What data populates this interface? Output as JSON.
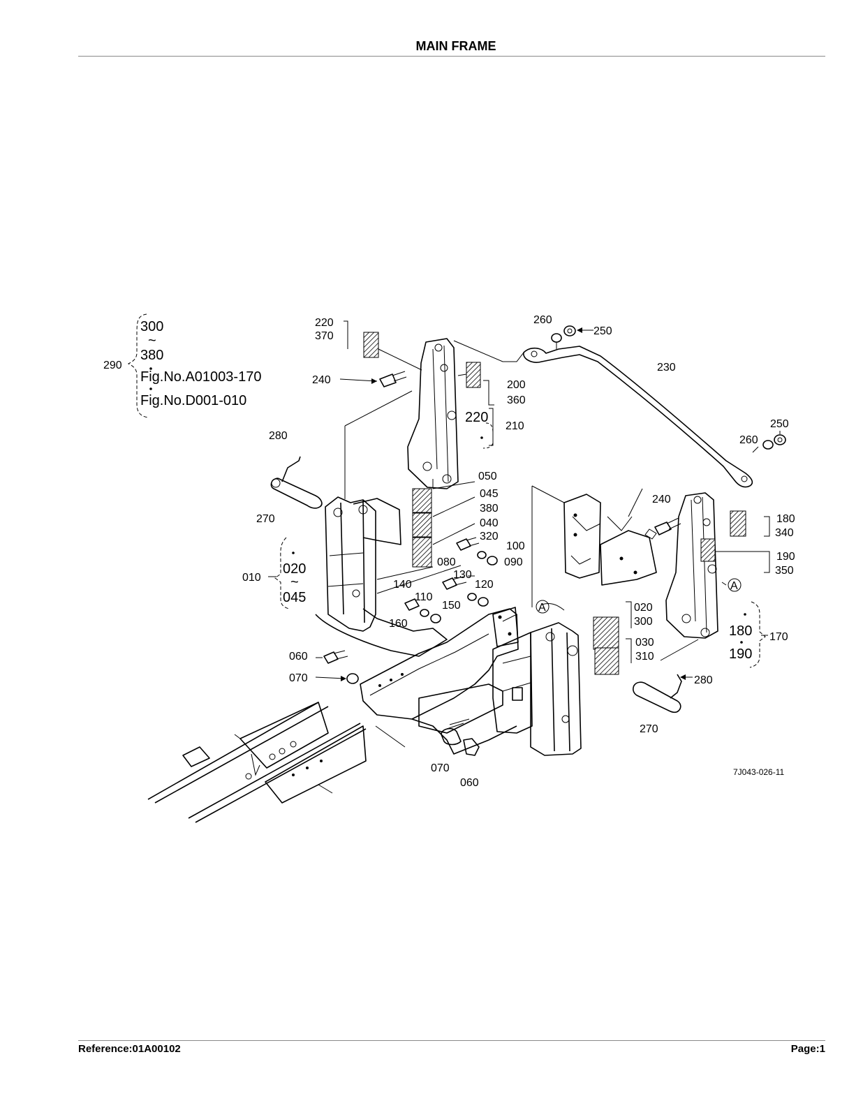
{
  "header": {
    "title": "MAIN FRAME"
  },
  "footer": {
    "reference": "Reference:01A00102",
    "page": "Page:1"
  },
  "diagram": {
    "drawing_code": "7J043-026-11",
    "group_290": {
      "ref": "290",
      "range_from": "300",
      "tilde": "~",
      "range_to": "380",
      "fig_ref_1": "Fig.No.A01003-170",
      "fig_ref_2": "Fig.No.D001-010"
    },
    "group_010": {
      "ref": "010",
      "from": "020",
      "tilde": "~",
      "to": "045"
    },
    "group_170": {
      "ref": "170",
      "from": "180",
      "to": "190"
    },
    "group_210": {
      "ref": "210",
      "inner": "220"
    },
    "callout_a": "A",
    "labels": {
      "l220a": "220",
      "l370": "370",
      "l240a": "240",
      "l200": "200",
      "l360": "360",
      "l260a": "260",
      "l250a": "250",
      "l230": "230",
      "l250b": "250",
      "l260b": "260",
      "l280a": "280",
      "l270a": "270",
      "l050": "050",
      "l045": "045",
      "l380": "380",
      "l040": "040",
      "l320": "320",
      "l100": "100",
      "l080": "080",
      "l090": "090",
      "l130": "130",
      "l140": "140",
      "l110": "110",
      "l120": "120",
      "l150": "150",
      "l160": "160",
      "l240b": "240",
      "l180": "180",
      "l340": "340",
      "l190": "190",
      "l350": "350",
      "l020": "020",
      "l300": "300",
      "l030": "030",
      "l310": "310",
      "l060a": "060",
      "l070a": "070",
      "l280b": "280",
      "l270b": "270",
      "l070b": "070",
      "l060b": "060"
    }
  }
}
